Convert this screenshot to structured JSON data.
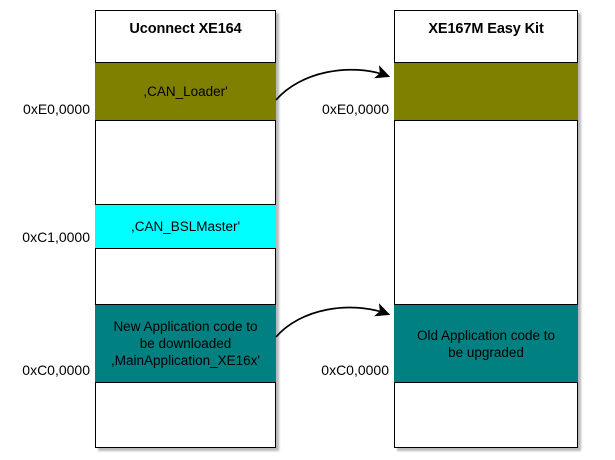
{
  "diagram": {
    "type": "memory-map-transfer",
    "columns": [
      {
        "id": "left",
        "title": "Uconnect XE164",
        "bands": [
          {
            "id": "can-loader",
            "label": ",CAN_Loader'",
            "color": "#808000"
          },
          {
            "id": "can-bslmaster",
            "label": ",CAN_BSLMaster'",
            "color": "#00ffff"
          },
          {
            "id": "new-application",
            "label": "New Application code to\nbe downloaded\n,MainApplication_XE16x'",
            "color": "#008080"
          }
        ],
        "addresses": [
          {
            "id": "e0",
            "label": "0xE0,0000"
          },
          {
            "id": "c1",
            "label": "0xC1,0000"
          },
          {
            "id": "c0",
            "label": "0xC0,0000"
          }
        ]
      },
      {
        "id": "right",
        "title": "XE167M Easy Kit",
        "bands": [
          {
            "id": "loader-target",
            "label": "",
            "color": "#808000"
          },
          {
            "id": "old-application",
            "label": "Old Application code to\nbe upgraded",
            "color": "#008080"
          }
        ],
        "addresses": [
          {
            "id": "e0",
            "label": "0xE0,0000"
          },
          {
            "id": "c0",
            "label": "0xC0,0000"
          }
        ]
      }
    ],
    "arrows": [
      {
        "id": "loader-transfer",
        "from": "left.can-loader",
        "to": "right.loader-target",
        "color": "#000000"
      },
      {
        "id": "application-transfer",
        "from": "left.new-application",
        "to": "right.old-application",
        "color": "#000000"
      }
    ],
    "colors": {
      "loader": "#808000",
      "bslmaster": "#00ffff",
      "application": "#008080",
      "outline": "#000000",
      "background": "#ffffff"
    }
  }
}
